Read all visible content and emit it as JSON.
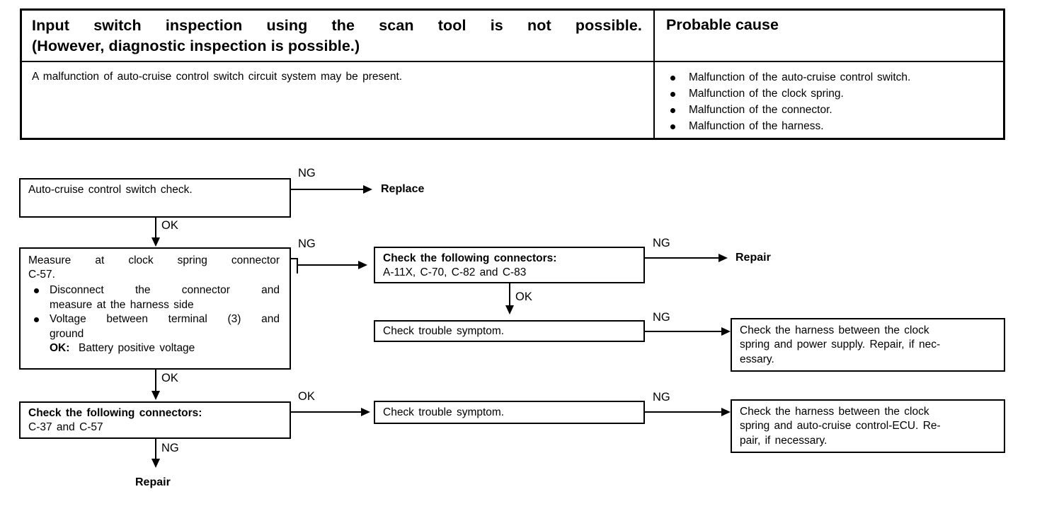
{
  "symptom_table": {
    "header": {
      "symptom_line1": "Input switch inspection using the scan tool is not possible.",
      "symptom_line2": "(However, diagnostic inspection is possible.)",
      "probable_cause_label": "Probable cause"
    },
    "body": {
      "description": "A malfunction of auto-cruise control switch circuit system may be present.",
      "causes": [
        "Malfunction of the auto-cruise control switch.",
        "Malfunction of the clock spring.",
        "Malfunction of the connector.",
        "Malfunction of the harness."
      ]
    }
  },
  "flowchart": {
    "box_switch_check": {
      "text": "Auto-cruise control switch check."
    },
    "box_measure": {
      "line1": "Measure at clock spring connector",
      "line2": "C-57.",
      "bullets": [
        {
          "main": "Disconnect the connector and",
          "sub": "measure at the harness side"
        },
        {
          "main": "Voltage between terminal (3) and",
          "sub": "ground",
          "ok_label": "OK:",
          "ok_value": "Battery positive voltage"
        }
      ]
    },
    "box_connectors_1": {
      "title": "Check the following connectors:",
      "detail": "A-11X, C-70, C-82 and C-83"
    },
    "box_connectors_2": {
      "title": "Check the following connectors:",
      "detail": "C-37 and C-57"
    },
    "box_symptom_1": {
      "text": "Check trouble symptom."
    },
    "box_symptom_2": {
      "text": "Check trouble symptom."
    },
    "box_harness_power": {
      "line1": "Check the harness between the clock",
      "line2": "spring and power supply. Repair, if nec-",
      "line3": "essary."
    },
    "box_harness_ecu": {
      "line1": "Check the harness between the clock",
      "line2": "spring and auto-cruise control-ECU. Re-",
      "line3": "pair, if necessary."
    },
    "terminals": {
      "replace": "Replace",
      "repair_top": "Repair",
      "repair_bottom": "Repair"
    },
    "edge_labels": {
      "ng_switch": "NG",
      "ok_switch": "OK",
      "ng_measure": "NG",
      "ok_measure": "OK",
      "ng_connectors1": "NG",
      "ok_connectors1": "OK",
      "ng_symptom1": "NG",
      "ok_connectors2": "OK",
      "ng_connectors2": "NG",
      "ng_symptom2": "NG"
    }
  }
}
